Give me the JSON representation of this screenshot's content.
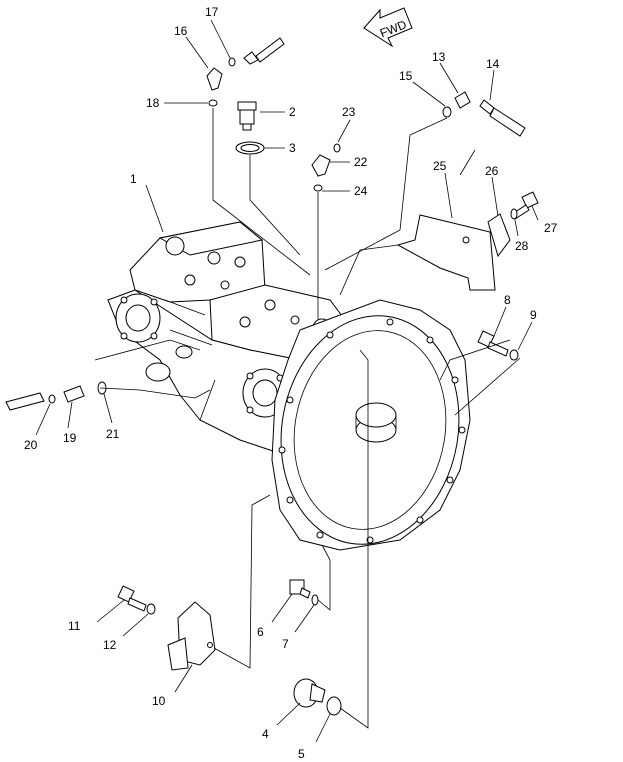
{
  "direction_label": "FWD",
  "callouts": [
    "1",
    "2",
    "3",
    "4",
    "5",
    "6",
    "7",
    "8",
    "9",
    "10",
    "11",
    "12",
    "13",
    "14",
    "15",
    "16",
    "17",
    "18",
    "19",
    "20",
    "21",
    "22",
    "23",
    "24",
    "25",
    "26",
    "27",
    "28"
  ]
}
